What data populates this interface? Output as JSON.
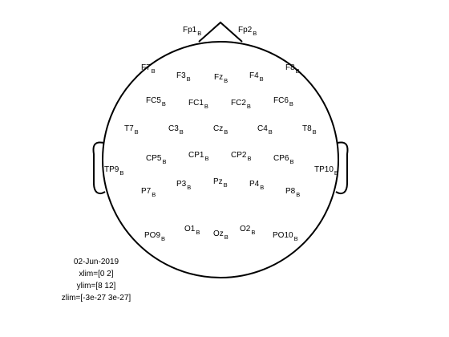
{
  "colors": {
    "outline": "#000000",
    "text": "#000000",
    "background": "#ffffff"
  },
  "electrodes": [
    {
      "name": "Fp1",
      "sub": "B"
    },
    {
      "name": "Fp2",
      "sub": "B"
    },
    {
      "name": "F7",
      "sub": "B"
    },
    {
      "name": "F3",
      "sub": "B"
    },
    {
      "name": "Fz",
      "sub": "B"
    },
    {
      "name": "F4",
      "sub": "B"
    },
    {
      "name": "F8",
      "sub": "B"
    },
    {
      "name": "FC5",
      "sub": "B"
    },
    {
      "name": "FC1",
      "sub": "B"
    },
    {
      "name": "FC2",
      "sub": "B"
    },
    {
      "name": "FC6",
      "sub": "B"
    },
    {
      "name": "T7",
      "sub": "B"
    },
    {
      "name": "C3",
      "sub": "B"
    },
    {
      "name": "Cz",
      "sub": "B"
    },
    {
      "name": "C4",
      "sub": "B"
    },
    {
      "name": "T8",
      "sub": "B"
    },
    {
      "name": "TP9",
      "sub": "B"
    },
    {
      "name": "CP5",
      "sub": "B"
    },
    {
      "name": "CP1",
      "sub": "B"
    },
    {
      "name": "CP2",
      "sub": "B"
    },
    {
      "name": "CP6",
      "sub": "B"
    },
    {
      "name": "TP10",
      "sub": "B"
    },
    {
      "name": "P7",
      "sub": "B"
    },
    {
      "name": "P3",
      "sub": "B"
    },
    {
      "name": "Pz",
      "sub": "B"
    },
    {
      "name": "P4",
      "sub": "B"
    },
    {
      "name": "P8",
      "sub": "B"
    },
    {
      "name": "PO9",
      "sub": "B"
    },
    {
      "name": "O1",
      "sub": "B"
    },
    {
      "name": "Oz",
      "sub": "B"
    },
    {
      "name": "O2",
      "sub": "B"
    },
    {
      "name": "PO10",
      "sub": "B"
    }
  ],
  "info": {
    "date": "02-Jun-2019",
    "xlim": "xlim=[0 2]",
    "ylim": "ylim=[8 12]",
    "zlim": "zlim=[-3e-27 3e-27]"
  }
}
